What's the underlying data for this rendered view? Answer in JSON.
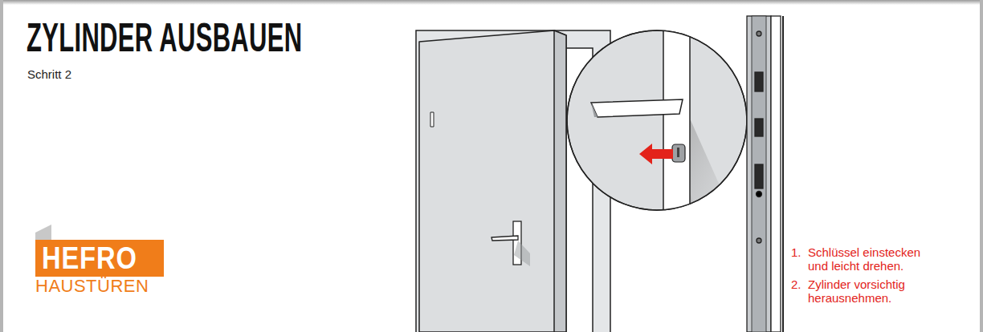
{
  "diagram": {
    "title": "ZYLINDER AUSBAUEN",
    "nodes": [
      {
        "text": [
          "HEFRO"
        ]
      }
    ],
    "edges": [],
    "labels": [
      "Schritt 2",
      "HAUSTÜREN",
      "1.",
      "Schlüssel einstecken und leicht drehen.",
      "2.",
      "Zylinder vorsichtig herausnehmen."
    ]
  }
}
